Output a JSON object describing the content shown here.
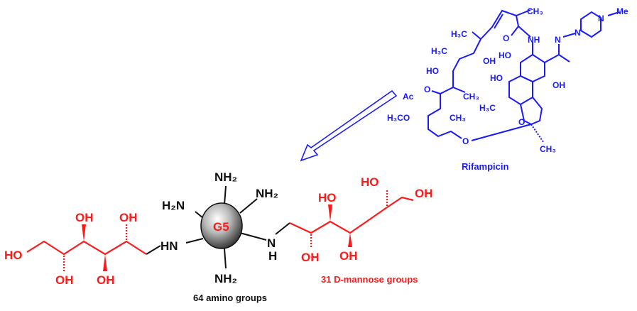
{
  "core": {
    "label": "G5",
    "amines": [
      "NH₂",
      "H₂N",
      "NH₂",
      "NH₂"
    ],
    "linker_left": "HN",
    "linker_right_n": "N",
    "linker_right_h": "H",
    "caption": "64 amino groups"
  },
  "mannose_left": {
    "oh": [
      "HO",
      "OH",
      "OH",
      "OH",
      "OH"
    ]
  },
  "mannose_right": {
    "oh": [
      "HO",
      "HO",
      "OH",
      "OH",
      "OH"
    ],
    "caption": "31 D-mannose groups"
  },
  "rifampicin": {
    "name": "Rifampicin",
    "labels": [
      "CH₃",
      "N",
      "Me",
      "N",
      "N",
      "NH",
      "O",
      "H₃C",
      "H₃C",
      "OH",
      "HO",
      "HO",
      "HO",
      "OH",
      "Ac",
      "O",
      "CH₃",
      "H₃C",
      "H₃CO",
      "CH₃",
      "O",
      "O",
      "CH₃"
    ]
  },
  "colors": {
    "core": "#111111",
    "mannose": "#ff1a1a",
    "rifampicin": "#1a1aff"
  }
}
